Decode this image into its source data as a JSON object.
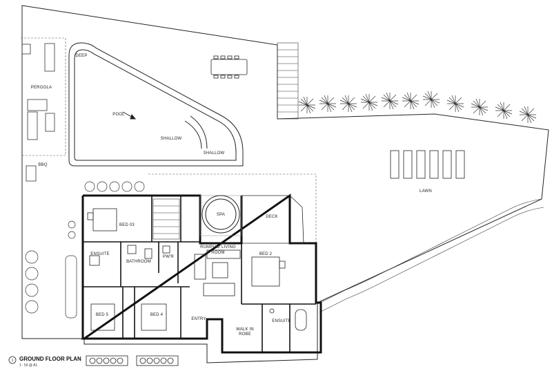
{
  "title": {
    "number": "1",
    "name": "GROUND FLOOR PLAN",
    "scale": "1 : 50 @ A1"
  },
  "labels": {
    "deep": "DEEP",
    "pergola": "PERGOLA",
    "pool": "POOL",
    "shallow_1": "SHALLOW",
    "shallow_2": "SHALLOW",
    "bbq": "BBQ",
    "lawn": "LAWN",
    "bed3": "BED 03",
    "spa": "SPA",
    "deck": "DECK",
    "ensuite_1": "ENSUITE",
    "bathroom": "BATHROOM",
    "pwr": "PW'R",
    "rumpus_1": "RUMPUS/ LIVING",
    "rumpus_2": "ROOM",
    "bed2": "BED 2",
    "bed5": "BED 5",
    "bed4": "BED 4",
    "entry": "ENTRY",
    "walk_in_1": "WALK IN",
    "walk_in_2": "ROBE",
    "ensuite_2": "ENSUITE"
  },
  "colors": {
    "line": "#222222",
    "wall": "#111111",
    "foliage": "#333333"
  }
}
